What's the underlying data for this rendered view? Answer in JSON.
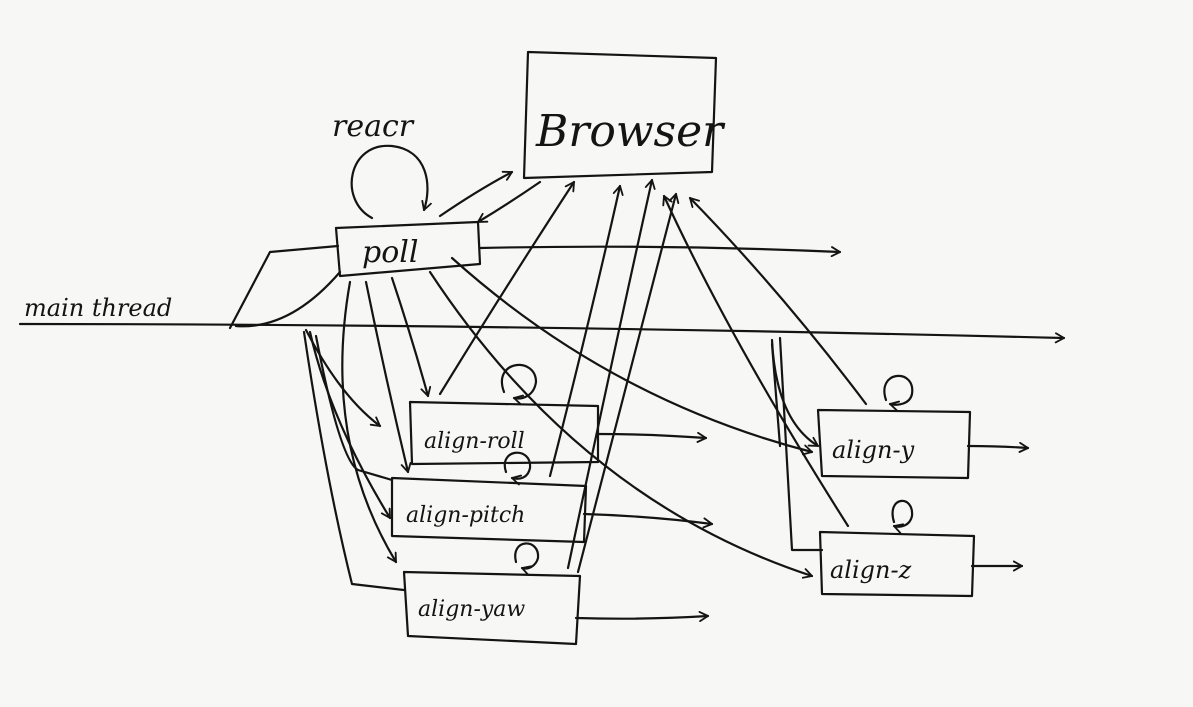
{
  "labels": {
    "browser": "Browser",
    "reacr": "reacr",
    "poll": "poll",
    "main_thread": "main thread",
    "align_roll": "align-roll",
    "align_pitch": "align-pitch",
    "align_yaw": "align-yaw",
    "align_y": "align-y",
    "align_z": "align-z"
  },
  "colors": {
    "ink": "#141414",
    "paper": "#f7f7f5"
  }
}
